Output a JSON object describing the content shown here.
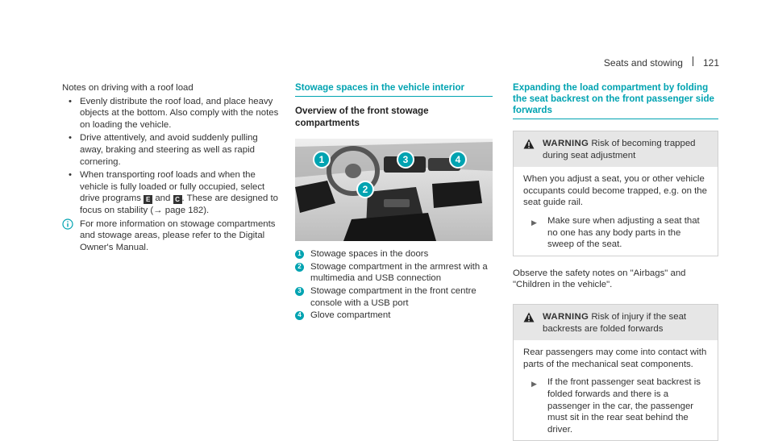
{
  "header": {
    "section": "Seats and stowing",
    "page": "121"
  },
  "col1": {
    "heading": "Notes on driving with a roof load",
    "bullets": [
      "Evenly distribute the roof load, and place heavy objects at the bottom. Also comply with the notes on loading the vehicle.",
      "Drive attentively, and avoid suddenly pulling away, braking and steering as well as rapid cornering."
    ],
    "bullet3": {
      "pre": "When transporting roof loads and when the vehicle is fully loaded or fully occupied, select drive programs",
      "icon1": "E",
      "and": "and",
      "icon2": "C",
      "post": ". These are designed to focus on stability (",
      "arrow": "→",
      "ref": "page 182).",
      "close": ""
    },
    "info": "For more information on stowage compartments and stowage areas, please refer to the Digital Owner's Manual."
  },
  "col2": {
    "section_title": "Stowage spaces in the vehicle interior",
    "sub_title": "Overview of the front stowage compartments",
    "callouts": [
      "1",
      "2",
      "3",
      "4"
    ],
    "legend": [
      {
        "num": "1",
        "text": "Stowage spaces in the doors"
      },
      {
        "num": "2",
        "text": "Stowage compartment in the armrest with a multimedia and USB connection"
      },
      {
        "num": "3",
        "text": "Stowage compartment in the front centre console with a USB port"
      },
      {
        "num": "4",
        "text": "Glove compartment"
      }
    ]
  },
  "col3": {
    "section_title": "Expanding the load compartment by folding the seat backrest on the front passenger side forwards",
    "warn1": {
      "label": "WARNING",
      "title": "Risk of becoming trapped during seat adjustment",
      "body": "When you adjust a seat, you or other vehicle occupants could become trapped, e.g. on the seat guide rail.",
      "step": "Make sure when adjusting a seat that no one has any body parts in the sweep of the seat."
    },
    "observe": "Observe the safety notes on \"Airbags\" and \"Children in the vehicle\".",
    "warn2": {
      "label": "WARNING",
      "title": "Risk of injury if the seat backrests are folded forwards",
      "body": "Rear passengers may come into contact with parts of the mechanical seat components.",
      "step": "If the front passenger seat backrest is folded forwards and there is a passenger in the car, the passenger must sit in the rear seat behind the driver."
    }
  },
  "colors": {
    "accent": "#00a3b1",
    "warning_bg": "#e6e6e6",
    "text": "#333333"
  },
  "icons": {
    "info": "info-circle-icon",
    "warning": "warning-triangle-icon",
    "step": "arrow-right-icon"
  }
}
